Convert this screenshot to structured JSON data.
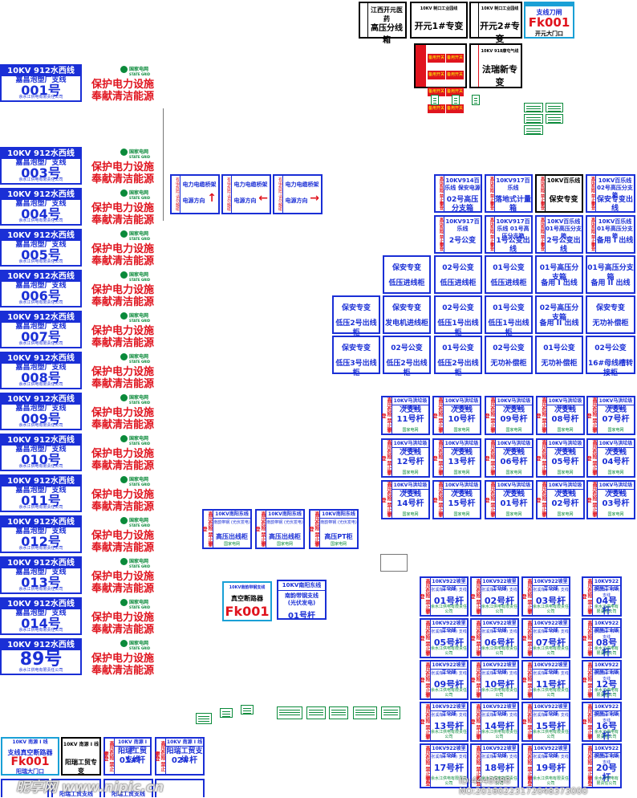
{
  "top_labels": {
    "jiangxi": "江西开元医药",
    "hv_box": "高压分线箱",
    "line_head1": "10KV 制口工业园线",
    "kaiyuan1": "开元1#专变",
    "line_head2": "10KV 制口工业园线",
    "kaiyuan2": "开元2#专变",
    "branch_knife": "支线刀闸",
    "fk_code": "Fk001",
    "gate": "开元大门口",
    "fault_red": [
      "备用开关",
      "备用开关",
      "备用开关",
      "备用开关",
      "备用开关",
      "备用开关",
      "备用开关",
      "备用开关"
    ],
    "line_head3": "10KV 918康屯气线",
    "farui": "法瑞新专变",
    "side_warn": "高压危险 禁止攀登"
  },
  "tags_line": "10KV 912水西线",
  "tags_sub": "嘉昌泡塑厂支线",
  "tags_company": "余水江供电有限责任公司",
  "tags": [
    {
      "num": "001号"
    },
    {
      "num": "003号"
    },
    {
      "num": "004号"
    },
    {
      "num": "005号"
    },
    {
      "num": "006号"
    },
    {
      "num": "007号"
    },
    {
      "num": "008号"
    },
    {
      "num": "009号"
    },
    {
      "num": "010号"
    },
    {
      "num": "011号"
    },
    {
      "num": "012号"
    },
    {
      "num": "013号"
    },
    {
      "num": "014号"
    },
    {
      "num": "89号"
    }
  ],
  "slogan1": "保护电力设施",
  "slogan2": "奉献清洁能源",
  "sgcc_name": "国家电网",
  "sgcc_en": "STATE GRID",
  "cable_signs": [
    {
      "t1": "电力电缆桥架",
      "t2": "电源方向",
      "arrow": "↑",
      "side": "有电危险 请勿触碰"
    },
    {
      "t1": "电力电缆桥架",
      "t2": "电源方向",
      "arrow": "←",
      "side": "有电危险 请勿触碰"
    },
    {
      "t1": "电力电缆桥架",
      "t2": "电源方向",
      "arrow": "→",
      "side": "有电危险 请勿触碰"
    }
  ],
  "switch_cells": [
    {
      "l1": "10KV914百乐线 保安电源",
      "l2": "02号高压分支箱"
    },
    {
      "l1": "10KV917百乐线",
      "l2": "落地式计量箱"
    },
    {
      "l1": "10KV百乐线",
      "l2": "保安专变"
    },
    {
      "l1": "10KV百乐线 02号高压分支箱",
      "l2": "保安专变出线"
    },
    {
      "l1": "10KV917百乐线",
      "l2": "2号公变"
    },
    {
      "l1": "10KV917百乐线 01号高压分支箱",
      "l2": "1号公变出线"
    },
    {
      "l1": "10KV百乐线 01号高压分支箱",
      "l2": "2号公变出线"
    },
    {
      "l1": "10KV百乐线 01号高压分支箱",
      "l2": "备用 I 出线"
    },
    {
      "l1": "保安专变",
      "l2": "低压进线柜"
    },
    {
      "l1": "02号公变",
      "l2": "低压进线柜"
    },
    {
      "l1": "01号公变",
      "l2": "低压进线柜"
    },
    {
      "l1": "01号高压分支箱",
      "l2": "备用 I 出线"
    },
    {
      "l1": "01号高压分支箱",
      "l2": "备用 II 出线"
    },
    {
      "l1": "保安专变",
      "l2": "低压2号出线柜"
    },
    {
      "l1": "保安专变",
      "l2": "发电机进线柜"
    },
    {
      "l1": "02号公变",
      "l2": "低压1号出线柜"
    },
    {
      "l1": "01号公变",
      "l2": "低压1号出线柜"
    },
    {
      "l1": "02号高压分支箱",
      "l2": "备用 II 出线"
    },
    {
      "l1": "保安专变",
      "l2": "无功补偿柜"
    },
    {
      "l1": "保安专变",
      "l2": "低压3号出线柜"
    },
    {
      "l1": "02号公变",
      "l2": "低压2号出线柜"
    },
    {
      "l1": "01号公变",
      "l2": "低压2号出线柜"
    },
    {
      "l1": "02号公变",
      "l2": "无功补偿柜"
    },
    {
      "l1": "01号公变",
      "l2": "无功补偿柜"
    },
    {
      "l1": "02号公变",
      "l2": "16#母线槽转接柜"
    }
  ],
  "pole_tags_a_head": "10KV马洪垃圾中转站",
  "pole_tags_a": [
    {
      "m1": "次支线",
      "m2": "11号杆"
    },
    {
      "m1": "次支线",
      "m2": "10号杆"
    },
    {
      "m1": "次支线",
      "m2": "09号杆"
    },
    {
      "m1": "次支线",
      "m2": "08号杆"
    },
    {
      "m1": "次支线",
      "m2": "07号杆"
    },
    {
      "m1": "次支线",
      "m2": "12号杆"
    },
    {
      "m1": "次支线",
      "m2": "13号杆"
    },
    {
      "m1": "次支线",
      "m2": "06号杆"
    },
    {
      "m1": "次支线",
      "m2": "05号杆"
    },
    {
      "m1": "次支线",
      "m2": "04号杆"
    },
    {
      "m1": "次支线",
      "m2": "14号杆"
    },
    {
      "m1": "次支线",
      "m2": "15号杆"
    },
    {
      "m1": "次支线",
      "m2": "01号杆"
    },
    {
      "m1": "次支线",
      "m2": "02号杆"
    },
    {
      "m1": "次支线",
      "m2": "03号杆"
    }
  ],
  "nanyang_tags": [
    {
      "hd": "10KV南阳东线",
      "m1": "南韵带钢 (光伏发电)",
      "m2": "高压出线柜"
    },
    {
      "hd": "10KV南阳东线",
      "m1": "南韵带钢 (光伏发电)",
      "m2": "高压出线柜"
    },
    {
      "hd": "10KV南阳东线",
      "m1": "南韵带钢 (光伏发电)",
      "m2": "高压PT柜"
    }
  ],
  "vac_switch": {
    "hd": "10KV南韵带钢支线",
    "name": "真空断路器",
    "code": "Fk001"
  },
  "nanyang_pole": {
    "hd": "10KV南阳东线",
    "m1": "南韵带钢支线 (光伏发电)",
    "m2": "01号杆"
  },
  "pole_tags_b_head": "10KV922坡里工业线",
  "pole_tags_b_sub": "张溪煤矿 (1#) 支线",
  "pole_tags_b": [
    "01号杆",
    "02号杆",
    "03号杆",
    "04号杆",
    "05号杆",
    "06号杆",
    "07号杆",
    "08号杆",
    "09号杆",
    "10号杆",
    "11号杆",
    "12号杆",
    "13号杆",
    "14号杆",
    "15号杆",
    "16号杆",
    "17号杆",
    "18号杆",
    "19号杆",
    "20号杆"
  ],
  "bottom_left": {
    "b1_hd": "10KV 南源 I 线",
    "b1_l1": "支线真空断路器",
    "b1_code": "Fk001",
    "b1_l2": "阳瑞大门口",
    "b2_hd": "10KV 南源 I 线",
    "b2_l1": "阳瑞工贸专变",
    "b3_hd": "10KV 南源 I 线",
    "b3_l1": "阳瑞工贸支线",
    "b3_l2": "01#杆",
    "b4_hd": "10KV 南源 I 线",
    "b4_l1": "阳瑞工贸支线",
    "b4_l2": "02#杆",
    "b5_l1": "阳瑞工贸支线",
    "b6_l1": "阳瑞工贸支线"
  },
  "watermark": "昵享网 www.nipic.cn",
  "id_text": "ID:4448988 NO:20160223172048373000"
}
